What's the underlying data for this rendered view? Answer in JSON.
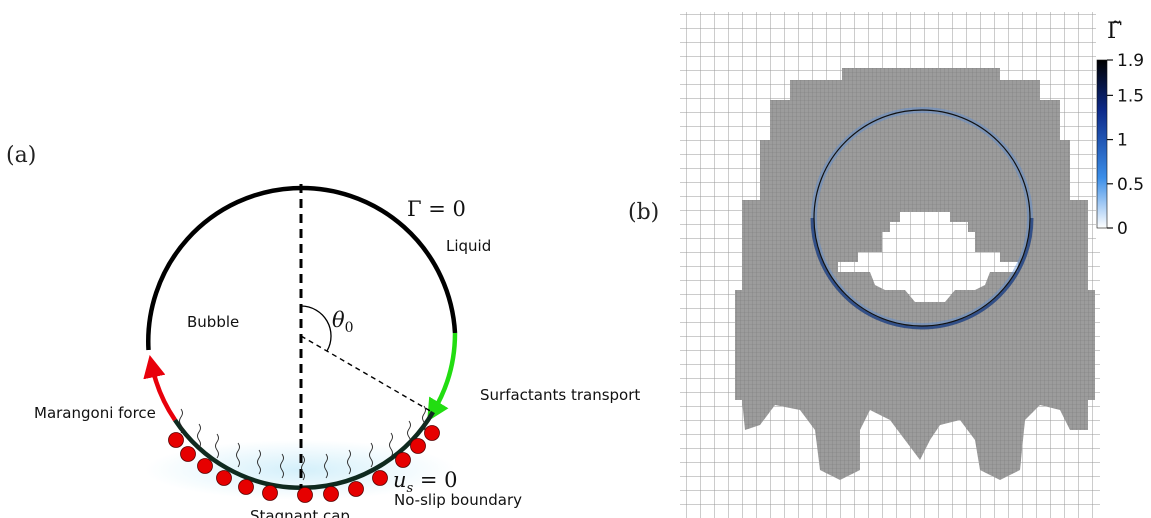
{
  "panel_a": {
    "panel_label": "(a)",
    "gamma_zero": "Γ = 0",
    "liquid": "Liquid",
    "bubble": "Bubble",
    "theta0": "θ",
    "theta0_sub": "0",
    "surfactants_transport": "Surfactants transport",
    "marangoni_force": "Marangoni force",
    "us_zero": "u",
    "us_zero_sub": "s",
    "us_zero_eq": " = 0",
    "no_slip_boundary": "No-slip boundary",
    "stagnant_cap": "Stagnant cap",
    "colors": {
      "marangoni_arrow": "#e8000b",
      "transport_arrow": "#22dd11",
      "surfactant_dot": "#e60000",
      "cap_glow": "#cfeefa"
    }
  },
  "panel_b": {
    "panel_label": "(b)",
    "colorbar": {
      "title": "Γ̃",
      "ticks": [
        "1.9",
        "1.5",
        "1",
        "0.5",
        "0"
      ],
      "tick_values": [
        1.9,
        1.5,
        1,
        0.5,
        0
      ],
      "range": [
        0,
        1.9
      ],
      "colormap": [
        "#ffffff",
        "#3b8ee8",
        "#0d2a8a",
        "#000000"
      ]
    },
    "mesh_colors": {
      "coarse_line": "#9a9a9a",
      "refined_fill": "#8f8f8f",
      "interface": "#111111",
      "interface_glow": "#5a8fd6"
    }
  }
}
